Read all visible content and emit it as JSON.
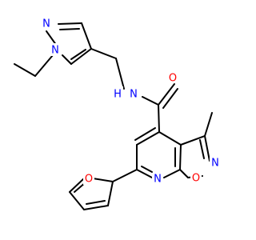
{
  "structure": {
    "colors": {
      "carbon_bond": "#000000",
      "nitrogen": "#0000ff",
      "oxygen": "#ff0000",
      "background": "#ffffff"
    },
    "labels": {
      "pyrazole_n1": "N",
      "pyrazole_n2": "N",
      "amide_nh": "H",
      "amide_n": "N",
      "amide_o": "O",
      "isoxazole_n": "N",
      "isoxazole_o": "O",
      "pyridine_n": "N",
      "furan_o": "O"
    }
  }
}
